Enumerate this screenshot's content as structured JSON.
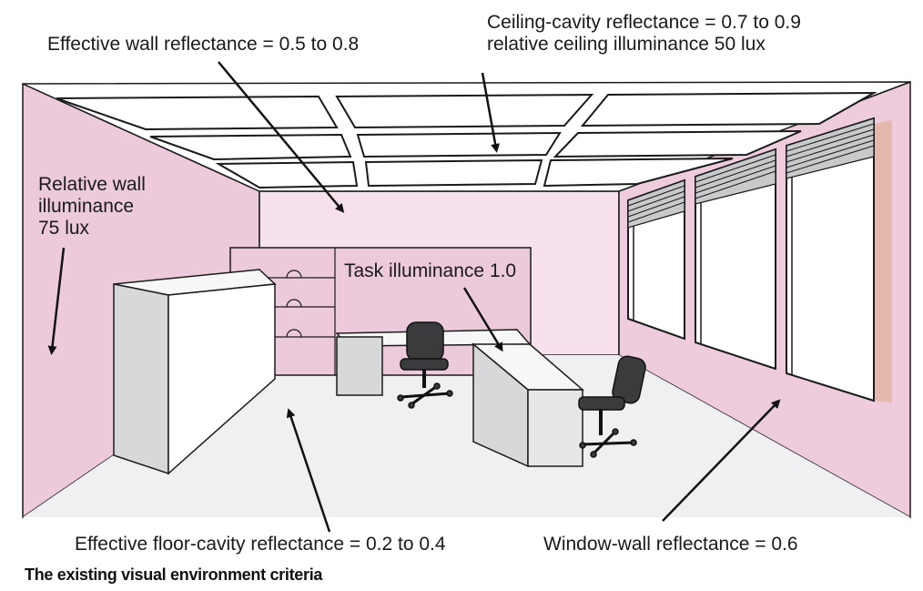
{
  "labels": {
    "ceiling_line1": "Ceiling-cavity reflectance = 0.7 to 0.9",
    "ceiling_line2": "relative ceiling illuminance 50 lux",
    "effective_wall": "Effective wall reflectance = 0.5 to 0.8",
    "relative_wall_line1": "Relative wall",
    "relative_wall_line2": "illuminance",
    "relative_wall_line3": "75 lux",
    "task_illuminance": "Task illuminance 1.0",
    "floor_cavity": "Effective floor-cavity reflectance = 0.2 to 0.4",
    "window_wall": "Window-wall reflectance = 0.6"
  },
  "caption": "The existing visual environment criteria",
  "colors": {
    "side_wall": "#edc9dc",
    "back_wall": "#f7e1ec",
    "window_wall": "#eecbdd",
    "ceiling": "#ffffff",
    "floor": "#f0f0f2",
    "furniture_front": "#d7d8da",
    "furniture_top": "#f7f7f8",
    "outline": "#1a1a1a"
  }
}
